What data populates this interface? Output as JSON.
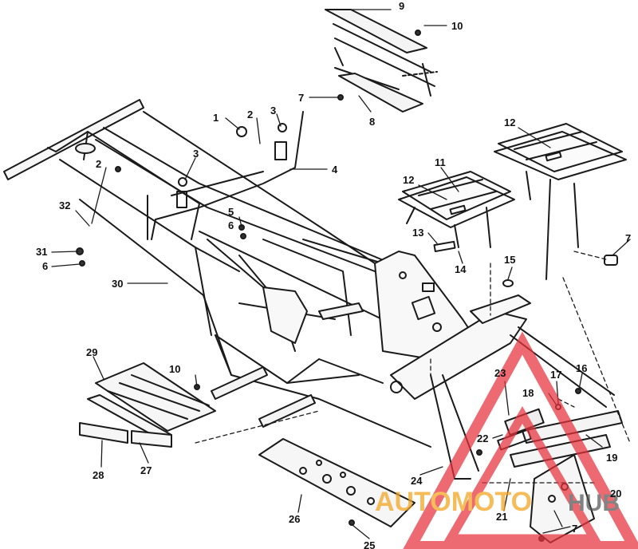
{
  "diagram": {
    "labels": {
      "l1": "1",
      "l2a": "2",
      "l2b": "2",
      "l3a": "3",
      "l3b": "3",
      "l4": "4",
      "l5": "5",
      "l6a": "6",
      "l6b": "6",
      "l7a": "7",
      "l7b": "7",
      "l7c": "7",
      "l8": "8",
      "l9": "9",
      "l10a": "10",
      "l10b": "10",
      "l11": "11",
      "l12a": "12",
      "l12b": "12",
      "l13": "13",
      "l14": "14",
      "l15": "15",
      "l16": "16",
      "l17": "17",
      "l18": "18",
      "l19": "19",
      "l20": "20",
      "l21": "21",
      "l22": "22",
      "l23": "23",
      "l24": "24",
      "l25": "25",
      "l26": "26",
      "l27": "27",
      "l28": "28",
      "l29": "29",
      "l30": "30",
      "l31": "31",
      "l32": "32"
    }
  },
  "watermark": {
    "text_left": "AUTOMOTO",
    "text_right": "HUB",
    "accent_color": "#e8323c",
    "secondary_color": "#f3a31a"
  }
}
